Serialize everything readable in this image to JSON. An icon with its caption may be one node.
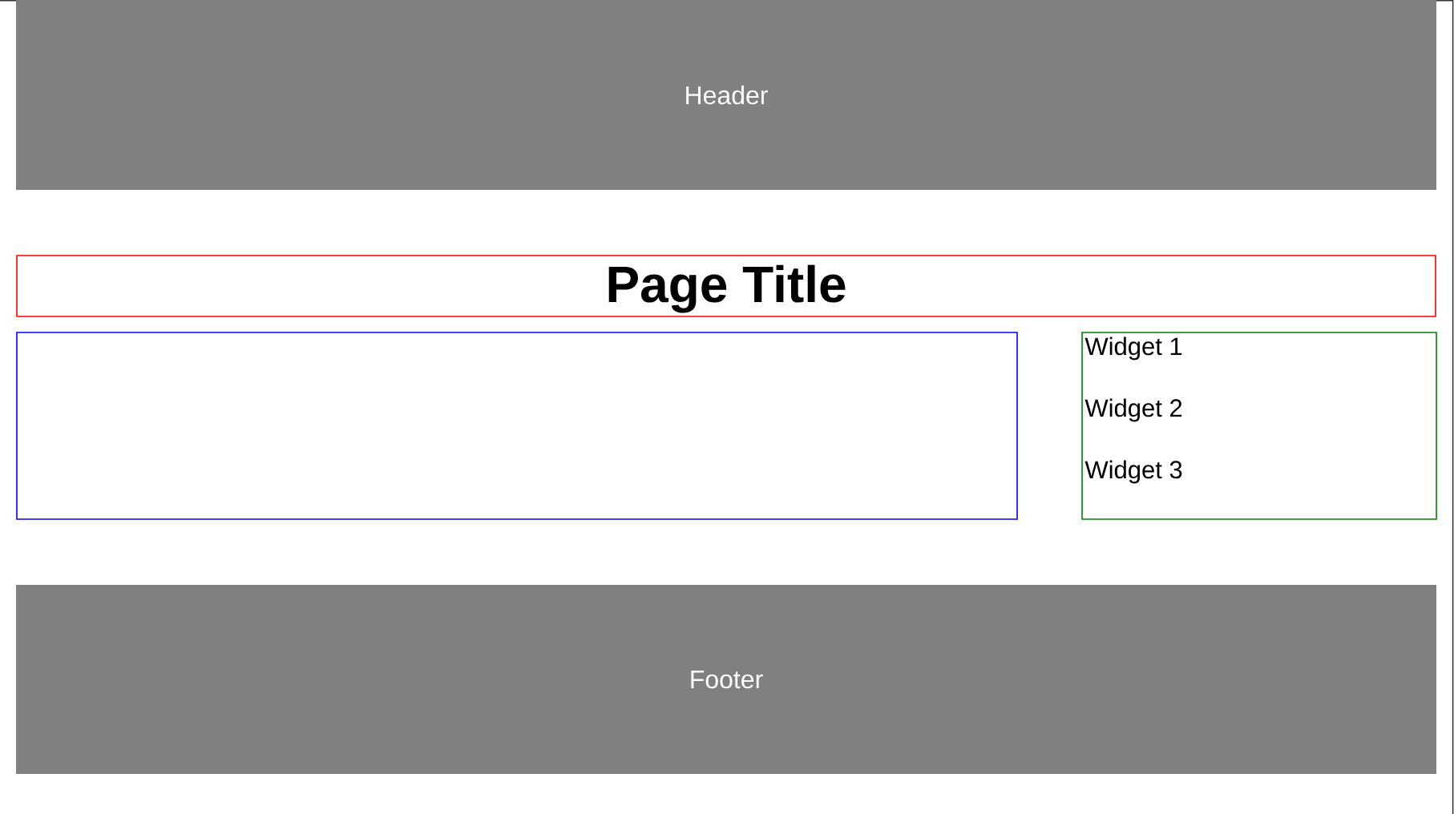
{
  "diagram": {
    "nodes": [
      {
        "text": [
          "Header"
        ]
      },
      {
        "text": [
          "Page Title"
        ]
      },
      {
        "text": [],
        "shape": "box"
      },
      {
        "text": [
          "Widget 1",
          "Widget 2",
          "Widget 3"
        ]
      },
      {
        "text": [
          "Footer"
        ]
      }
    ]
  }
}
